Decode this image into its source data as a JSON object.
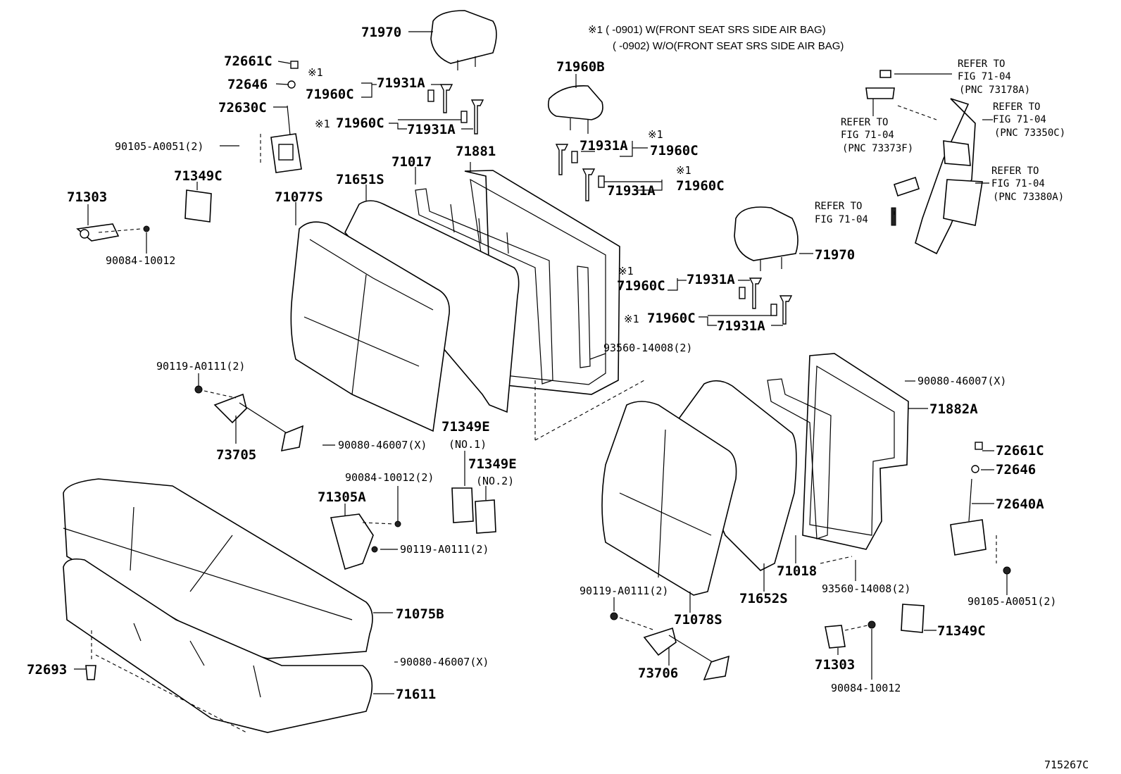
{
  "notes": {
    "line1": "※1 (    -0901) W(FRONT SEAT SRS SIDE AIR BAG)",
    "line2": "(    -0902) W/O(FRONT SEAT SRS SIDE AIR BAG)"
  },
  "labels": {
    "p71970_a": "71970",
    "p72661c_a": "72661C",
    "p72646_a": "72646",
    "p72630c": "72630C",
    "p71960c_1": "71960C",
    "p71931a_1": "71931A",
    "p71960c_2": "71960C",
    "p71931a_2": "71931A",
    "p90105_a": "90105-A0051(2)",
    "p71349c_a": "71349C",
    "p71303_a": "71303",
    "p90084_a": "90084-10012",
    "p71077s": "71077S",
    "p71651s": "71651S",
    "p71017": "71017",
    "p71881": "71881",
    "p71960b": "71960B",
    "p71931a_3": "71931A",
    "p71960c_3": "71960C",
    "p71931a_4": "71931A",
    "p71960c_4": "71960C",
    "p71970_b": "71970",
    "p71960c_5": "71960C",
    "p71931a_5": "71931A",
    "p71960c_6": "71960C",
    "p71931a_6": "71931A",
    "p93560_a": "93560-14008(2)",
    "p90119_a": "90119-A0111(2)",
    "p73705": "73705",
    "p90080_a": "90080-46007(X)",
    "p71349e_1": "71349E",
    "no1": "(NO.1)",
    "p71349e_2": "71349E",
    "no2": "(NO.2)",
    "p90084_b": "90084-10012(2)",
    "p71305a": "71305A",
    "p90119_b": "90119-A0111(2)",
    "p90080_b": "90080-46007(X)",
    "p71882a": "71882A",
    "p72661c_b": "72661C",
    "p72646_b": "72646",
    "p72640a": "72640A",
    "p71018": "71018",
    "p93560_b": "93560-14008(2)",
    "p90105_b": "90105-A0051(2)",
    "p71652s": "71652S",
    "p90119_c": "90119-A0111(2)",
    "p71078s": "71078S",
    "p73706": "73706",
    "p71349c_b": "71349C",
    "p71303_b": "71303",
    "p90084_c": "90084-10012",
    "p71075b": "71075B",
    "p90080_c": "90080-46007(X)",
    "p72693": "72693",
    "p71611": "71611",
    "ref1_a": "REFER TO",
    "ref1_b": "FIG 71-04",
    "ref1_c": "(PNC 73178A)",
    "ref2_a": "REFER TO",
    "ref2_b": "FIG 71-04",
    "ref2_c": "(PNC 73350C)",
    "ref3_a": "REFER TO",
    "ref3_b": "FIG 71-04",
    "ref3_c": "(PNC 73373F)",
    "ref4_a": "REFER TO",
    "ref4_b": "FIG 71-04",
    "ref5_a": "REFER TO",
    "ref5_b": "FIG 71-04",
    "ref5_c": "(PNC 73380A)",
    "mark1": "※1",
    "mark2": "※1",
    "mark3": "※1",
    "mark4": "※1",
    "mark5": "※1",
    "mark6": "※1",
    "figure_id": "715267C"
  }
}
